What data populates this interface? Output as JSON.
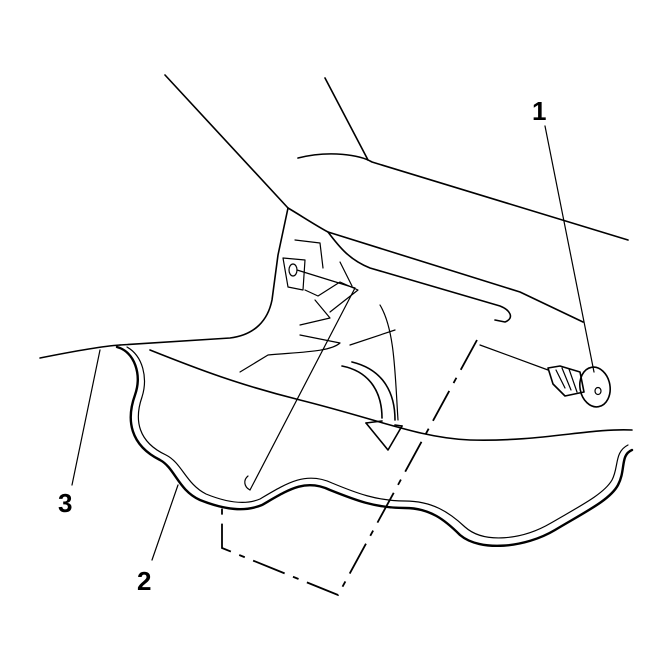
{
  "callouts": {
    "clip": "1",
    "carpet": "2",
    "floor": "3"
  },
  "colors": {
    "stroke": "#000000",
    "background": "#ffffff"
  }
}
